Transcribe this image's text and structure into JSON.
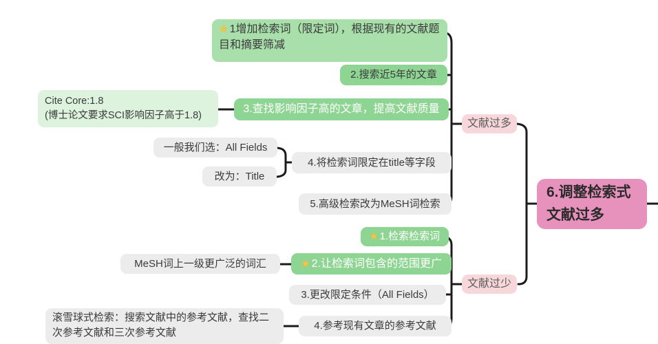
{
  "icons": {
    "star": "★"
  },
  "colors": {
    "node_green": "#8ED593",
    "node_green_light": "#A9DFAB",
    "node_green_pale": "#DDF3DE",
    "node_gray": "#ECECEC",
    "branch_pink": "#F8D7DB",
    "root_pink": "#E792BD",
    "connector": "#1b1b1b"
  },
  "root": {
    "label": "6.调整检索式\n文献过多"
  },
  "branches": {
    "too_many": {
      "label": "文献过多",
      "children": {
        "n1": {
          "label": "1增加检索词（限定词），根据现有的文献题目和摘要筛减"
        },
        "n2": {
          "label": "2.搜索近5年的文章"
        },
        "n3": {
          "label": "3.查找影响因子高的文章，提高文献质量"
        },
        "n4": {
          "label": "4.将检索词限定在title等字段"
        },
        "n5": {
          "label": "5.高级检索改为MeSH词检索"
        }
      },
      "notes": {
        "cite": {
          "label": "Cite Core:1.8\n(博士论文要求SCI影响因子高于1.8)"
        },
        "all_fields": {
          "label": "一般我们选：All Fields"
        },
        "title": {
          "label": "改为：Title"
        }
      }
    },
    "too_few": {
      "label": "文献过少",
      "children": {
        "s1": {
          "label": "1.检索检索词"
        },
        "s2": {
          "label": "2.让检索词包含的范围更广"
        },
        "s3": {
          "label": "3.更改限定条件（All Fields）"
        },
        "s4": {
          "label": "4.参考现有文章的参考文献"
        }
      },
      "notes": {
        "mesh": {
          "label": "MeSH词上一级更广泛的词汇"
        },
        "snowball": {
          "label": "滚雪球式检索：搜索文献中的参考文献，查找二次参考文献和三次参考文献"
        }
      }
    }
  }
}
